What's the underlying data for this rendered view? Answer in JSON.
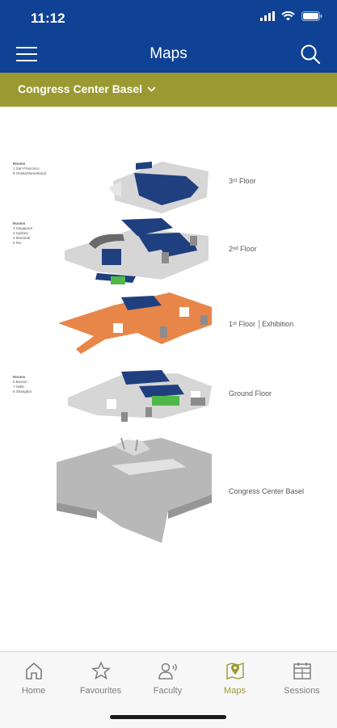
{
  "status": {
    "time": "11:12"
  },
  "header": {
    "title": "Maps"
  },
  "venue": {
    "name": "Congress Center Basel"
  },
  "floors": [
    {
      "label": "3ʳᵈ Floor"
    },
    {
      "label": "2ⁿᵈ Floor"
    },
    {
      "label": "1ˢᵗ Floor │Exhibition"
    },
    {
      "label": "Ground Floor"
    },
    {
      "label": "Congress Center Basel"
    }
  ],
  "legends": {
    "third": {
      "title": "Rooms",
      "items": [
        "1  San Francisco",
        "8  Osaka/Samarkand"
      ]
    },
    "second": {
      "title": "Rooms",
      "items": [
        "2  Singapore",
        "3  Sydney",
        "4  Montreal",
        "5  Rio"
      ]
    },
    "ground": {
      "title": "Rooms",
      "items": [
        "6  Boston",
        "7  Hallo",
        "8  Shanghai"
      ]
    }
  },
  "tabs": [
    {
      "label": "Home",
      "icon": "home-icon"
    },
    {
      "label": "Favourites",
      "icon": "star-icon"
    },
    {
      "label": "Faculty",
      "icon": "faculty-icon"
    },
    {
      "label": "Maps",
      "icon": "map-pin-icon",
      "active": true
    },
    {
      "label": "Sessions",
      "icon": "calendar-icon"
    }
  ],
  "colors": {
    "header": "#0f4294",
    "venuebar": "#9b9a32",
    "exhibition": "#e8864a",
    "room": "#1f3f7f",
    "active_tab": "#9b9a32"
  }
}
